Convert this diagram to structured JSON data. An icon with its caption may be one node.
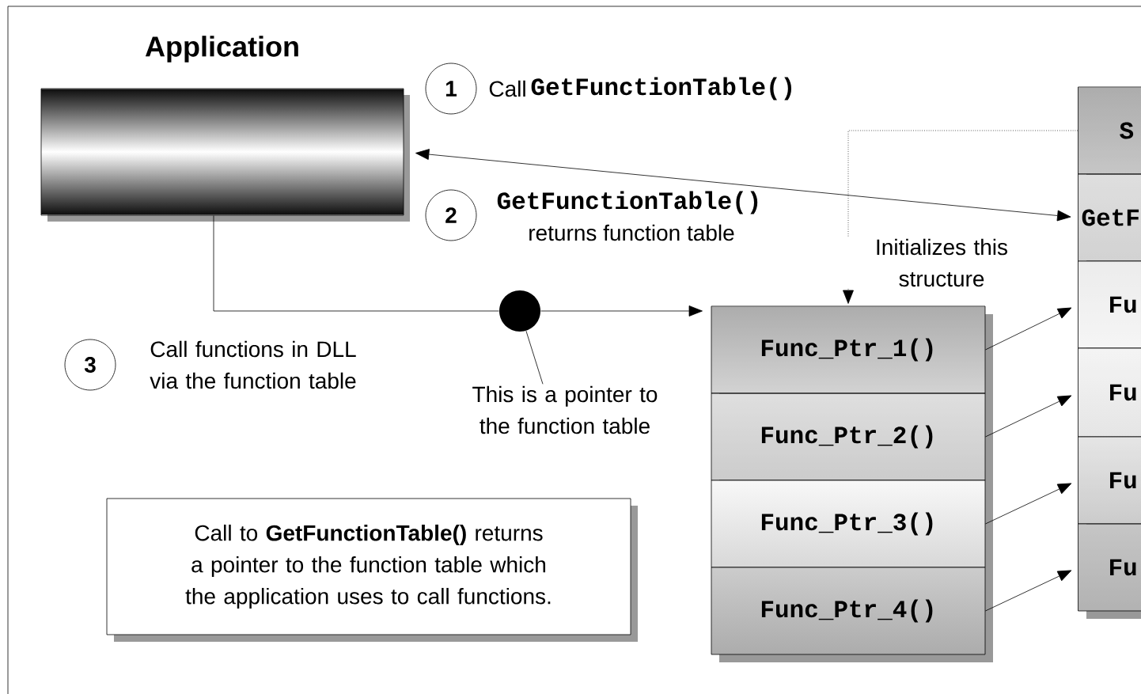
{
  "diagram": {
    "nodes": [
      {
        "text": [
          "Application"
        ]
      },
      {
        "text": [
          "1"
        ],
        "beside": [
          "Call",
          "GetFunctionTable()"
        ]
      },
      {
        "text": [
          "S"
        ]
      },
      {
        "text": [
          "GetF"
        ]
      },
      {
        "text": [
          "2"
        ],
        "beside": [
          "GetFunctionTable()",
          "returns function table"
        ]
      },
      {
        "text": [
          "3"
        ],
        "beside": [
          "Call functions in DLL via the function table"
        ]
      },
      {
        "text": [],
        "shape": "circle"
      },
      {
        "text": [
          "This is a pointer to the function table"
        ]
      },
      {
        "text": [
          "Func_Ptr_1()"
        ]
      },
      {
        "text": [
          "Func_Ptr_2()"
        ]
      },
      {
        "text": [
          "Func_Ptr_3()"
        ]
      },
      {
        "text": [
          "Func_Ptr_4()"
        ]
      },
      {
        "text": [
          "Fu"
        ]
      },
      {
        "text": [
          "Fu"
        ]
      },
      {
        "text": [
          "Fu"
        ]
      },
      {
        "text": [
          "Fu"
        ]
      },
      {
        "text": [
          "Call to **GetFunctionTable()** returns a pointer to the function table which the application uses to call functions."
        ]
      }
    ],
    "edges": [
      {
        "from": 0,
        "to": 3,
        "arrow": "both"
      },
      {
        "from": 0,
        "to": 6,
        "arrow": "none"
      },
      {
        "from": 6,
        "to": 8,
        "arrow": "to"
      },
      {
        "from": 7,
        "to": 6,
        "arrow": "none"
      },
      {
        "from": 2,
        "to": 8,
        "arrow": "to",
        "style": "dashed",
        "label": "Initializes this structure"
      },
      {
        "from": 8,
        "to": 12,
        "arrow": "to"
      },
      {
        "from": 9,
        "to": 13,
        "arrow": "to"
      },
      {
        "from": 10,
        "to": 14,
        "arrow": "to"
      },
      {
        "from": 11,
        "to": 15,
        "arrow": "to"
      }
    ]
  }
}
